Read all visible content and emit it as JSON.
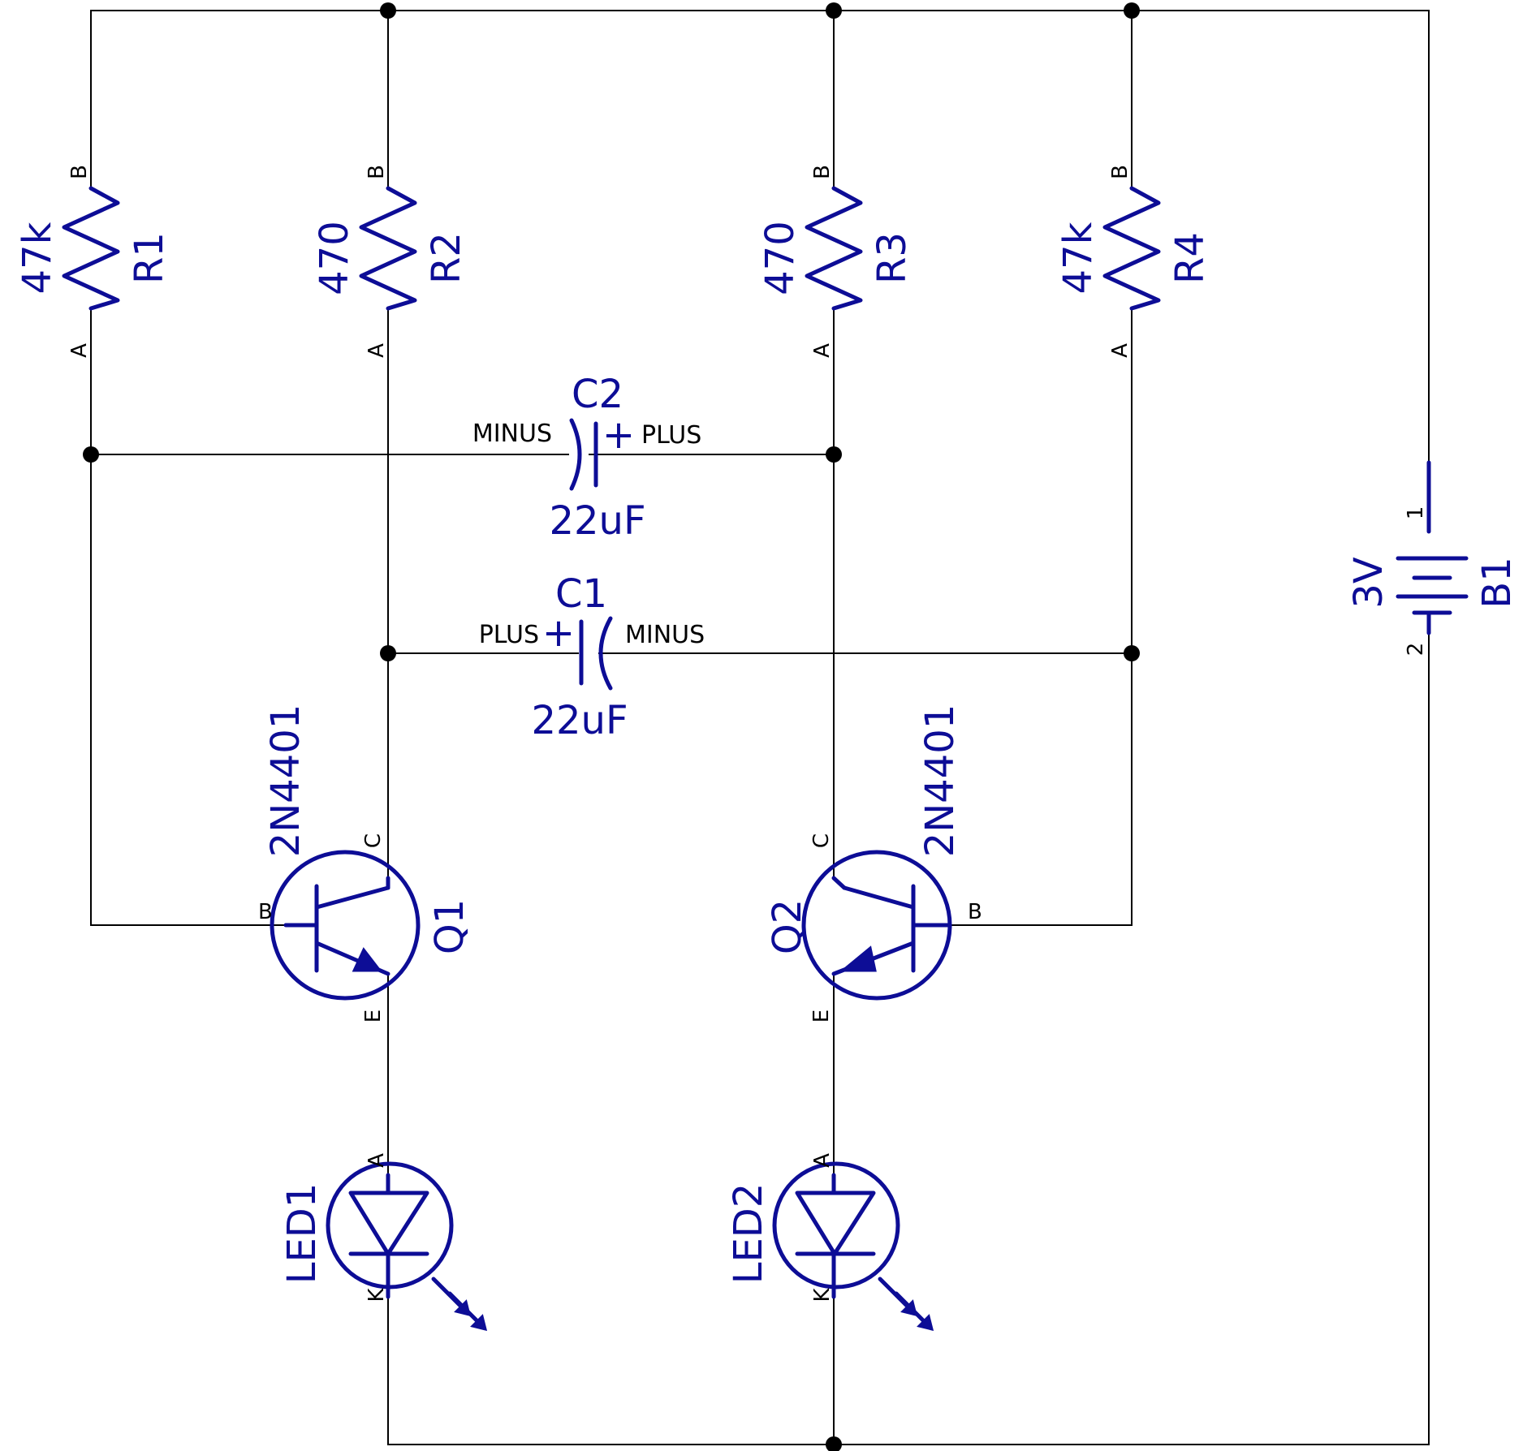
{
  "colors": {
    "symbol": "#0d0d96",
    "wire": "#000000"
  },
  "resistors": [
    {
      "ref": "R1",
      "value": "47k",
      "pin_a": "A",
      "pin_b": "B"
    },
    {
      "ref": "R2",
      "value": "470",
      "pin_a": "A",
      "pin_b": "B"
    },
    {
      "ref": "R3",
      "value": "470",
      "pin_a": "A",
      "pin_b": "B"
    },
    {
      "ref": "R4",
      "value": "47k",
      "pin_a": "A",
      "pin_b": "B"
    }
  ],
  "capacitors": [
    {
      "ref": "C2",
      "value": "22uF",
      "minus_label": "MINUS",
      "plus_label": "PLUS",
      "plus_sign": "+"
    },
    {
      "ref": "C1",
      "value": "22uF",
      "minus_label": "MINUS",
      "plus_label": "PLUS",
      "plus_sign": "+"
    }
  ],
  "battery": {
    "ref": "B1",
    "value": "3V",
    "pin1": "1",
    "pin2": "2"
  },
  "transistors": [
    {
      "ref": "Q1",
      "part": "2N4401",
      "pin_b": "B",
      "pin_c": "C",
      "pin_e": "E"
    },
    {
      "ref": "Q2",
      "part": "2N4401",
      "pin_b": "B",
      "pin_c": "C",
      "pin_e": "E"
    }
  ],
  "leds": [
    {
      "ref": "LED1",
      "pin_a": "A",
      "pin_k": "K"
    },
    {
      "ref": "LED2",
      "pin_a": "A",
      "pin_k": "K"
    }
  ]
}
